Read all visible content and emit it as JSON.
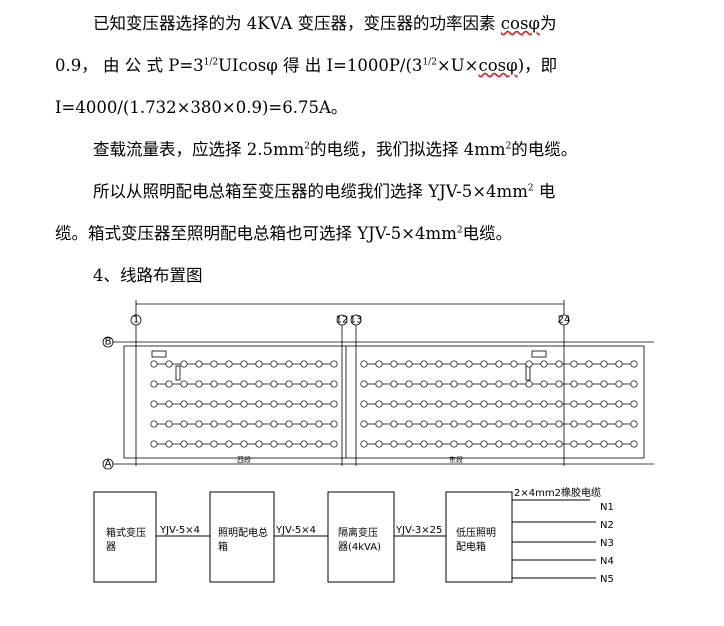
{
  "text": {
    "l1a": "已知变压器选择的为 4KVA 变压器，变压器的功率因素 ",
    "l1b": "cosφ",
    "l1c": "为",
    "l2a": "0.9， 由 公 式 P=3",
    "l2sup1": "1/2",
    "l2b": "UIcosφ  得 出 I=1000P/(3",
    "l2sup2": "1/2",
    "l2c": "×U×",
    "l2d": "cosφ",
    "l2e": ")，即",
    "l3": "I=4000/(1.732×380×0.9)=6.75A。",
    "l4a": "查载流量表，应选择 2.5mm",
    "l4sup": "2",
    "l4b": "的电缆，我们拟选择 4mm",
    "l4sup2": "2",
    "l4c": "的电缆。",
    "l5a": "所以从照明配电总箱至变压器的电缆我们选择 YJV-5×4mm",
    "l5sup": "2",
    "l5b": " 电",
    "l6a": "缆。箱式变压器至照明配电总箱也可选择 YJV-5×4mm",
    "l6sup": "2",
    "l6b": "电缆。",
    "l7": "4、线路布置图"
  },
  "plan": {
    "axis_1": "1",
    "axis_12": "12",
    "axis_13": "13",
    "axis_24": "24",
    "axis_B": "B",
    "axis_A": "A",
    "label_west": "西段",
    "label_east": "东段"
  },
  "flow": {
    "box1": [
      "箱式变压",
      "器"
    ],
    "box2": [
      "照明配电总",
      "箱"
    ],
    "box3": [
      "隔离变压",
      "器(4kVA)"
    ],
    "box4": [
      "低压照明",
      "配电箱"
    ],
    "cable1": "YJV-5×4",
    "cable2": "YJV-5×4",
    "cable3": "YJV-3×25",
    "cable_out": "2×4mm2橡胶电缆",
    "outputs": [
      "N1",
      "N2",
      "N3",
      "N4",
      "N5"
    ]
  }
}
